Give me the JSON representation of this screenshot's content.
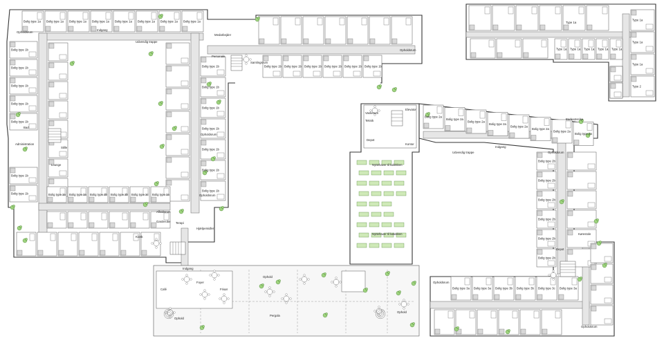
{
  "plan": {
    "bolig_labels_a": [
      "Bolig type 1a",
      "Bolig type 1a",
      "Bolig type 1a",
      "Bolig type 1a",
      "Bolig type 1a",
      "Bolig type 1a",
      "Bolig type 1a",
      "Bolig type 1a"
    ],
    "bolig_labels_b": [
      "Bolig type 1b",
      "Bolig type 1b",
      "Bolig type 1b",
      "Bolig type 1b",
      "Bolig type 1b",
      "Bolig type 1b",
      "Bolig type 1b",
      "Bolig type 1b",
      "Bolig type 1b",
      "Bolig type 1b",
      "Bolig type 1b",
      "Bolig type 1b"
    ],
    "bolig_labels_c": [
      "Bolig type 2a",
      "Bolig type 2a",
      "Bolig type 2a",
      "Bolig type 2a",
      "Bolig type 2a",
      "Bolig type 2a",
      "Bolig type 2a",
      "Bolig type 2a",
      "Bolig type 2b",
      "Bolig type 2b",
      "Bolig type 2b",
      "Bolig type 2b"
    ],
    "bolig_labels_d": [
      "Bolig type 3a",
      "Bolig type 3a",
      "Bolig type 3b",
      "Bolig type 3b",
      "Bolig type 3c",
      "Bolig type 3a",
      "Bolig type 3a",
      "Bolig type 3b"
    ],
    "annex_types": [
      "Type 1a",
      "Type 1a",
      "Type 1a",
      "Type 1a",
      "Type 1a",
      "Type 1a",
      "Type 1a",
      "Type 1a",
      "Type 2",
      "Type 1a"
    ],
    "rooms": {
      "indgang_1": "Indgang",
      "indgang_2": "Indgang",
      "indgang_3": "Indgang",
      "opholdsrum_1": "Opholdsrum",
      "opholdsrum_2": "Opholdsrum",
      "opholdsrum_3": "Opholdsrum",
      "opholdsrum_4": "Opholdsrum",
      "opholdsrum_5": "Opholdsrum",
      "opholdsrum_6": "Opholdsrum",
      "opholdsrum_7": "Opholdsrum",
      "udvendig_trappe_1": "Udvendig trappe",
      "udvendig_trappe_2": "Udvendig trappe",
      "medarbejder": "Medarbejder",
      "personale": "Personale",
      "depot": "Depot",
      "depot_2": "Depot",
      "vaskerum": "Vaskerum",
      "teknik": "Teknik",
      "elevator": "Elevator",
      "kiosk": "Kiosk",
      "cafe": "Café",
      "frisør": "Frisør",
      "bad": "Bad",
      "badeværelse": "Badeværelse",
      "stille": "Stille",
      "lounge": "Lounge",
      "terapi": "Terapi",
      "garderobe": "Garderobe",
      "affaldsrum": "Affaldsrum",
      "administration": "Administration",
      "nyttehave_1": "Nyttehaver til kølekken",
      "nyttehave_2": "Nyttehaver til kølekken",
      "ophold_terr_1": "Ophold",
      "ophold_terr_2": "Ophold",
      "ophold_terr_3": "Ophold",
      "pergola": "Pergola",
      "foyer": "Foyer",
      "samlingsrum": "Samlingsrum",
      "kontor": "Kontor",
      "hjælpemidler": "Hjælpemidler",
      "kørestole": "Kørestole"
    }
  }
}
